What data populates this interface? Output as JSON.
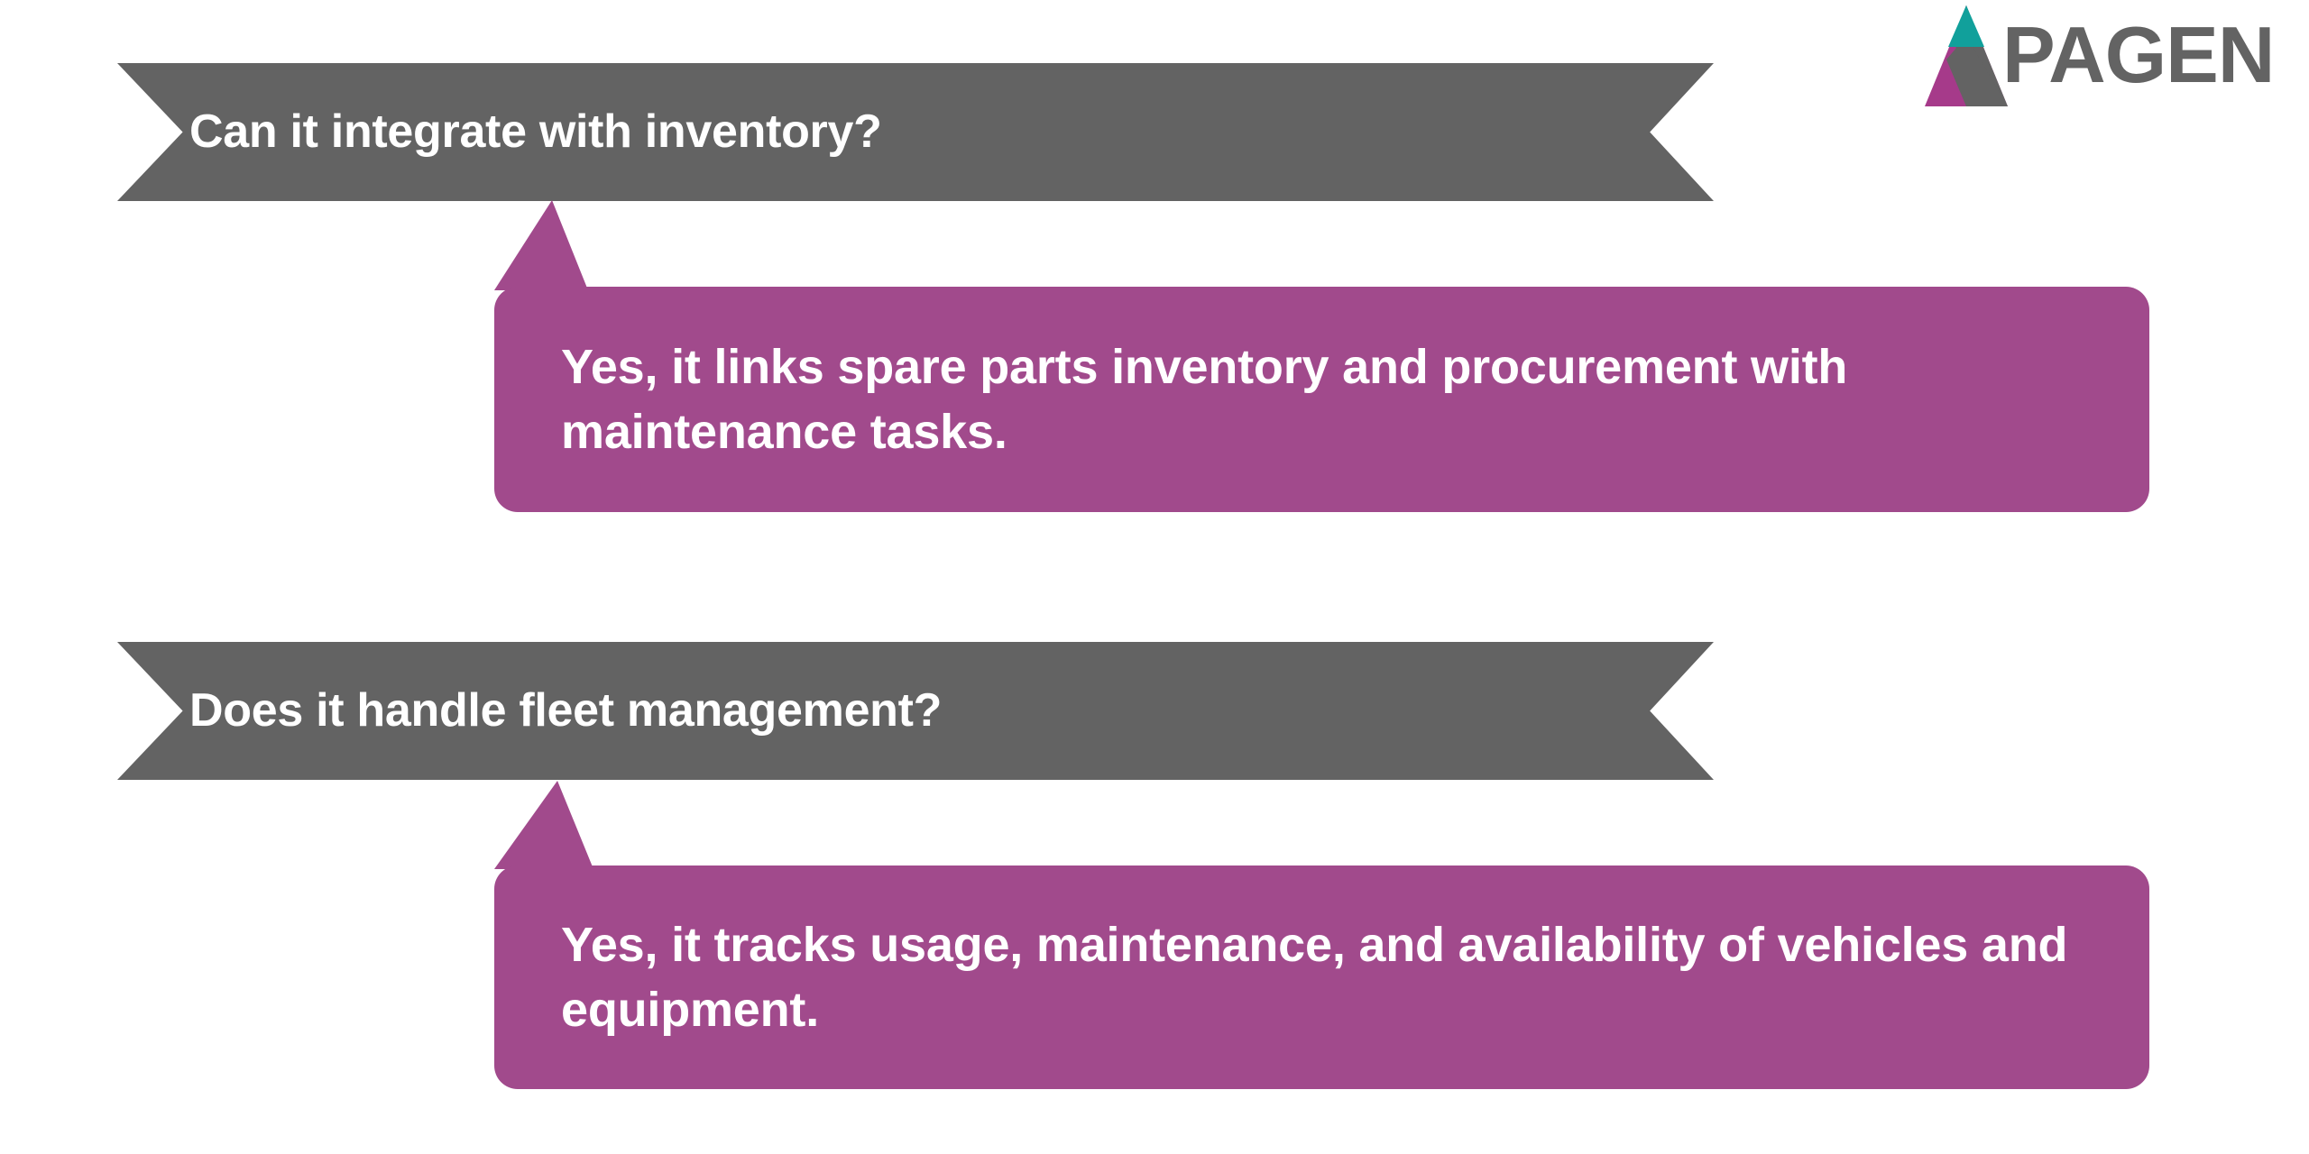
{
  "brand": {
    "logo_word": "PAGEN",
    "logo_mark_name": "apagen-a-mark",
    "colors": {
      "teal": "#11A09B",
      "magenta": "#A63A8A",
      "gray": "#636363"
    }
  },
  "theme": {
    "background": "#FFFFFF",
    "question_bg": "#636363",
    "answer_bg": "#A14A8C",
    "text_on_dark": "#FFFFFF"
  },
  "faq": [
    {
      "question": "Can it integrate with inventory?",
      "answer": "Yes, it links spare parts inventory and procurement with maintenance tasks."
    },
    {
      "question": "Does it handle fleet management?",
      "answer": "Yes, it tracks usage, maintenance, and availability of vehicles and equipment."
    }
  ]
}
